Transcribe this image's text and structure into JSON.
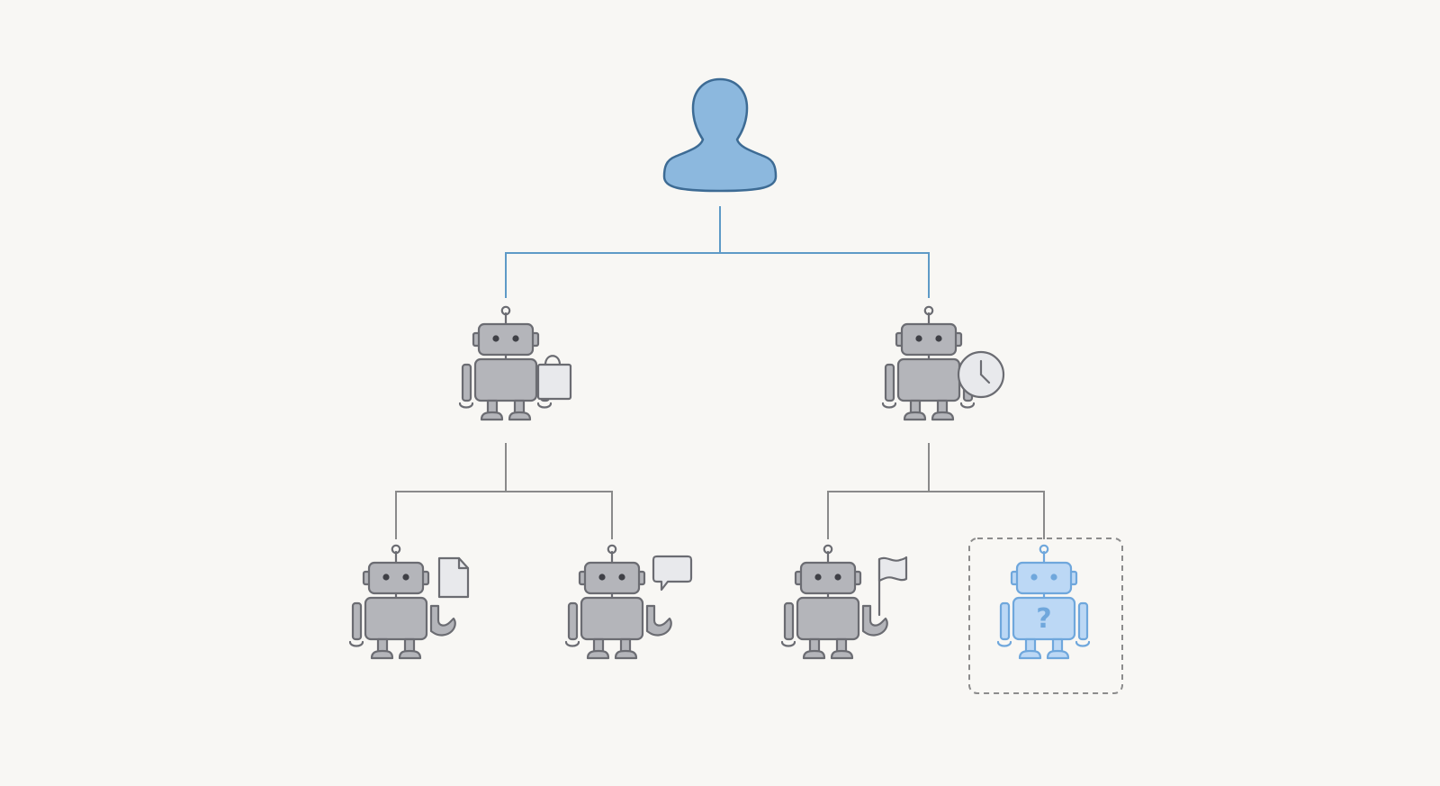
{
  "diagram": {
    "type": "agent-hierarchy-tree",
    "colors": {
      "background": "#f8f7f4",
      "human_fill": "#8cb8de",
      "human_stroke": "#3d6b94",
      "link_primary": "#5e9ac7",
      "link_secondary": "#8a8a8a",
      "robot_fill": "#b4b5ba",
      "robot_stroke": "#6b6c72",
      "robot_eye": "#3f4046",
      "accessory_fill": "#e8e9ec",
      "placeholder_fill": "#bcd8f5",
      "placeholder_stroke": "#6fa7dc",
      "placeholder_box": "#8c8c8c"
    },
    "nodes": [
      {
        "id": "human",
        "kind": "human",
        "icon": "person-icon",
        "parent": null
      },
      {
        "id": "manager-left",
        "kind": "robot",
        "icon": "robot-icon",
        "accessory": "shopping-bag-icon",
        "parent": "human"
      },
      {
        "id": "manager-right",
        "kind": "robot",
        "icon": "robot-icon",
        "accessory": "clock-icon",
        "parent": "human"
      },
      {
        "id": "worker-1",
        "kind": "robot",
        "icon": "robot-icon",
        "accessory": "document-icon",
        "parent": "manager-left"
      },
      {
        "id": "worker-2",
        "kind": "robot",
        "icon": "robot-icon",
        "accessory": "chat-bubble-icon",
        "parent": "manager-left"
      },
      {
        "id": "worker-3",
        "kind": "robot",
        "icon": "robot-icon",
        "accessory": "flag-icon",
        "parent": "manager-right"
      },
      {
        "id": "worker-4",
        "kind": "robot-placeholder",
        "icon": "robot-icon",
        "accessory": "question-mark-icon",
        "parent": "manager-right",
        "dashed_outline": true,
        "label": "?"
      }
    ]
  }
}
